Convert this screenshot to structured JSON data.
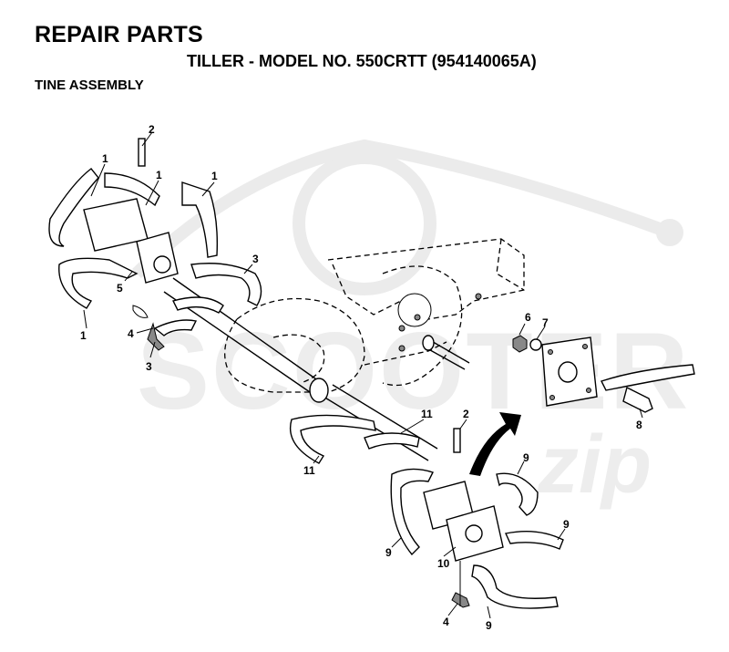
{
  "header": {
    "title": "REPAIR PARTS",
    "subtitle": "TILLER - MODEL NO. 550CRTT (954140065A)",
    "section": "TINE ASSEMBLY"
  },
  "watermark": {
    "text": "SCOOTER",
    "text2": "zip",
    "color": "#e6e6e6"
  },
  "callouts": [
    {
      "id": "c1a",
      "label": "1"
    },
    {
      "id": "c1b",
      "label": "1"
    },
    {
      "id": "c1c",
      "label": "1"
    },
    {
      "id": "c1d",
      "label": "1"
    },
    {
      "id": "c2a",
      "label": "2"
    },
    {
      "id": "c3a",
      "label": "3"
    },
    {
      "id": "c3b",
      "label": "3"
    },
    {
      "id": "c4a",
      "label": "4"
    },
    {
      "id": "c5",
      "label": "5"
    },
    {
      "id": "c6",
      "label": "6"
    },
    {
      "id": "c7",
      "label": "7"
    },
    {
      "id": "c8",
      "label": "8"
    },
    {
      "id": "c2b",
      "label": "2"
    },
    {
      "id": "c11a",
      "label": "11"
    },
    {
      "id": "c11b",
      "label": "11"
    },
    {
      "id": "c9a",
      "label": "9"
    },
    {
      "id": "c9b",
      "label": "9"
    },
    {
      "id": "c9c",
      "label": "9"
    },
    {
      "id": "c9d",
      "label": "9"
    },
    {
      "id": "c10",
      "label": "10"
    },
    {
      "id": "c4b",
      "label": "4"
    }
  ]
}
